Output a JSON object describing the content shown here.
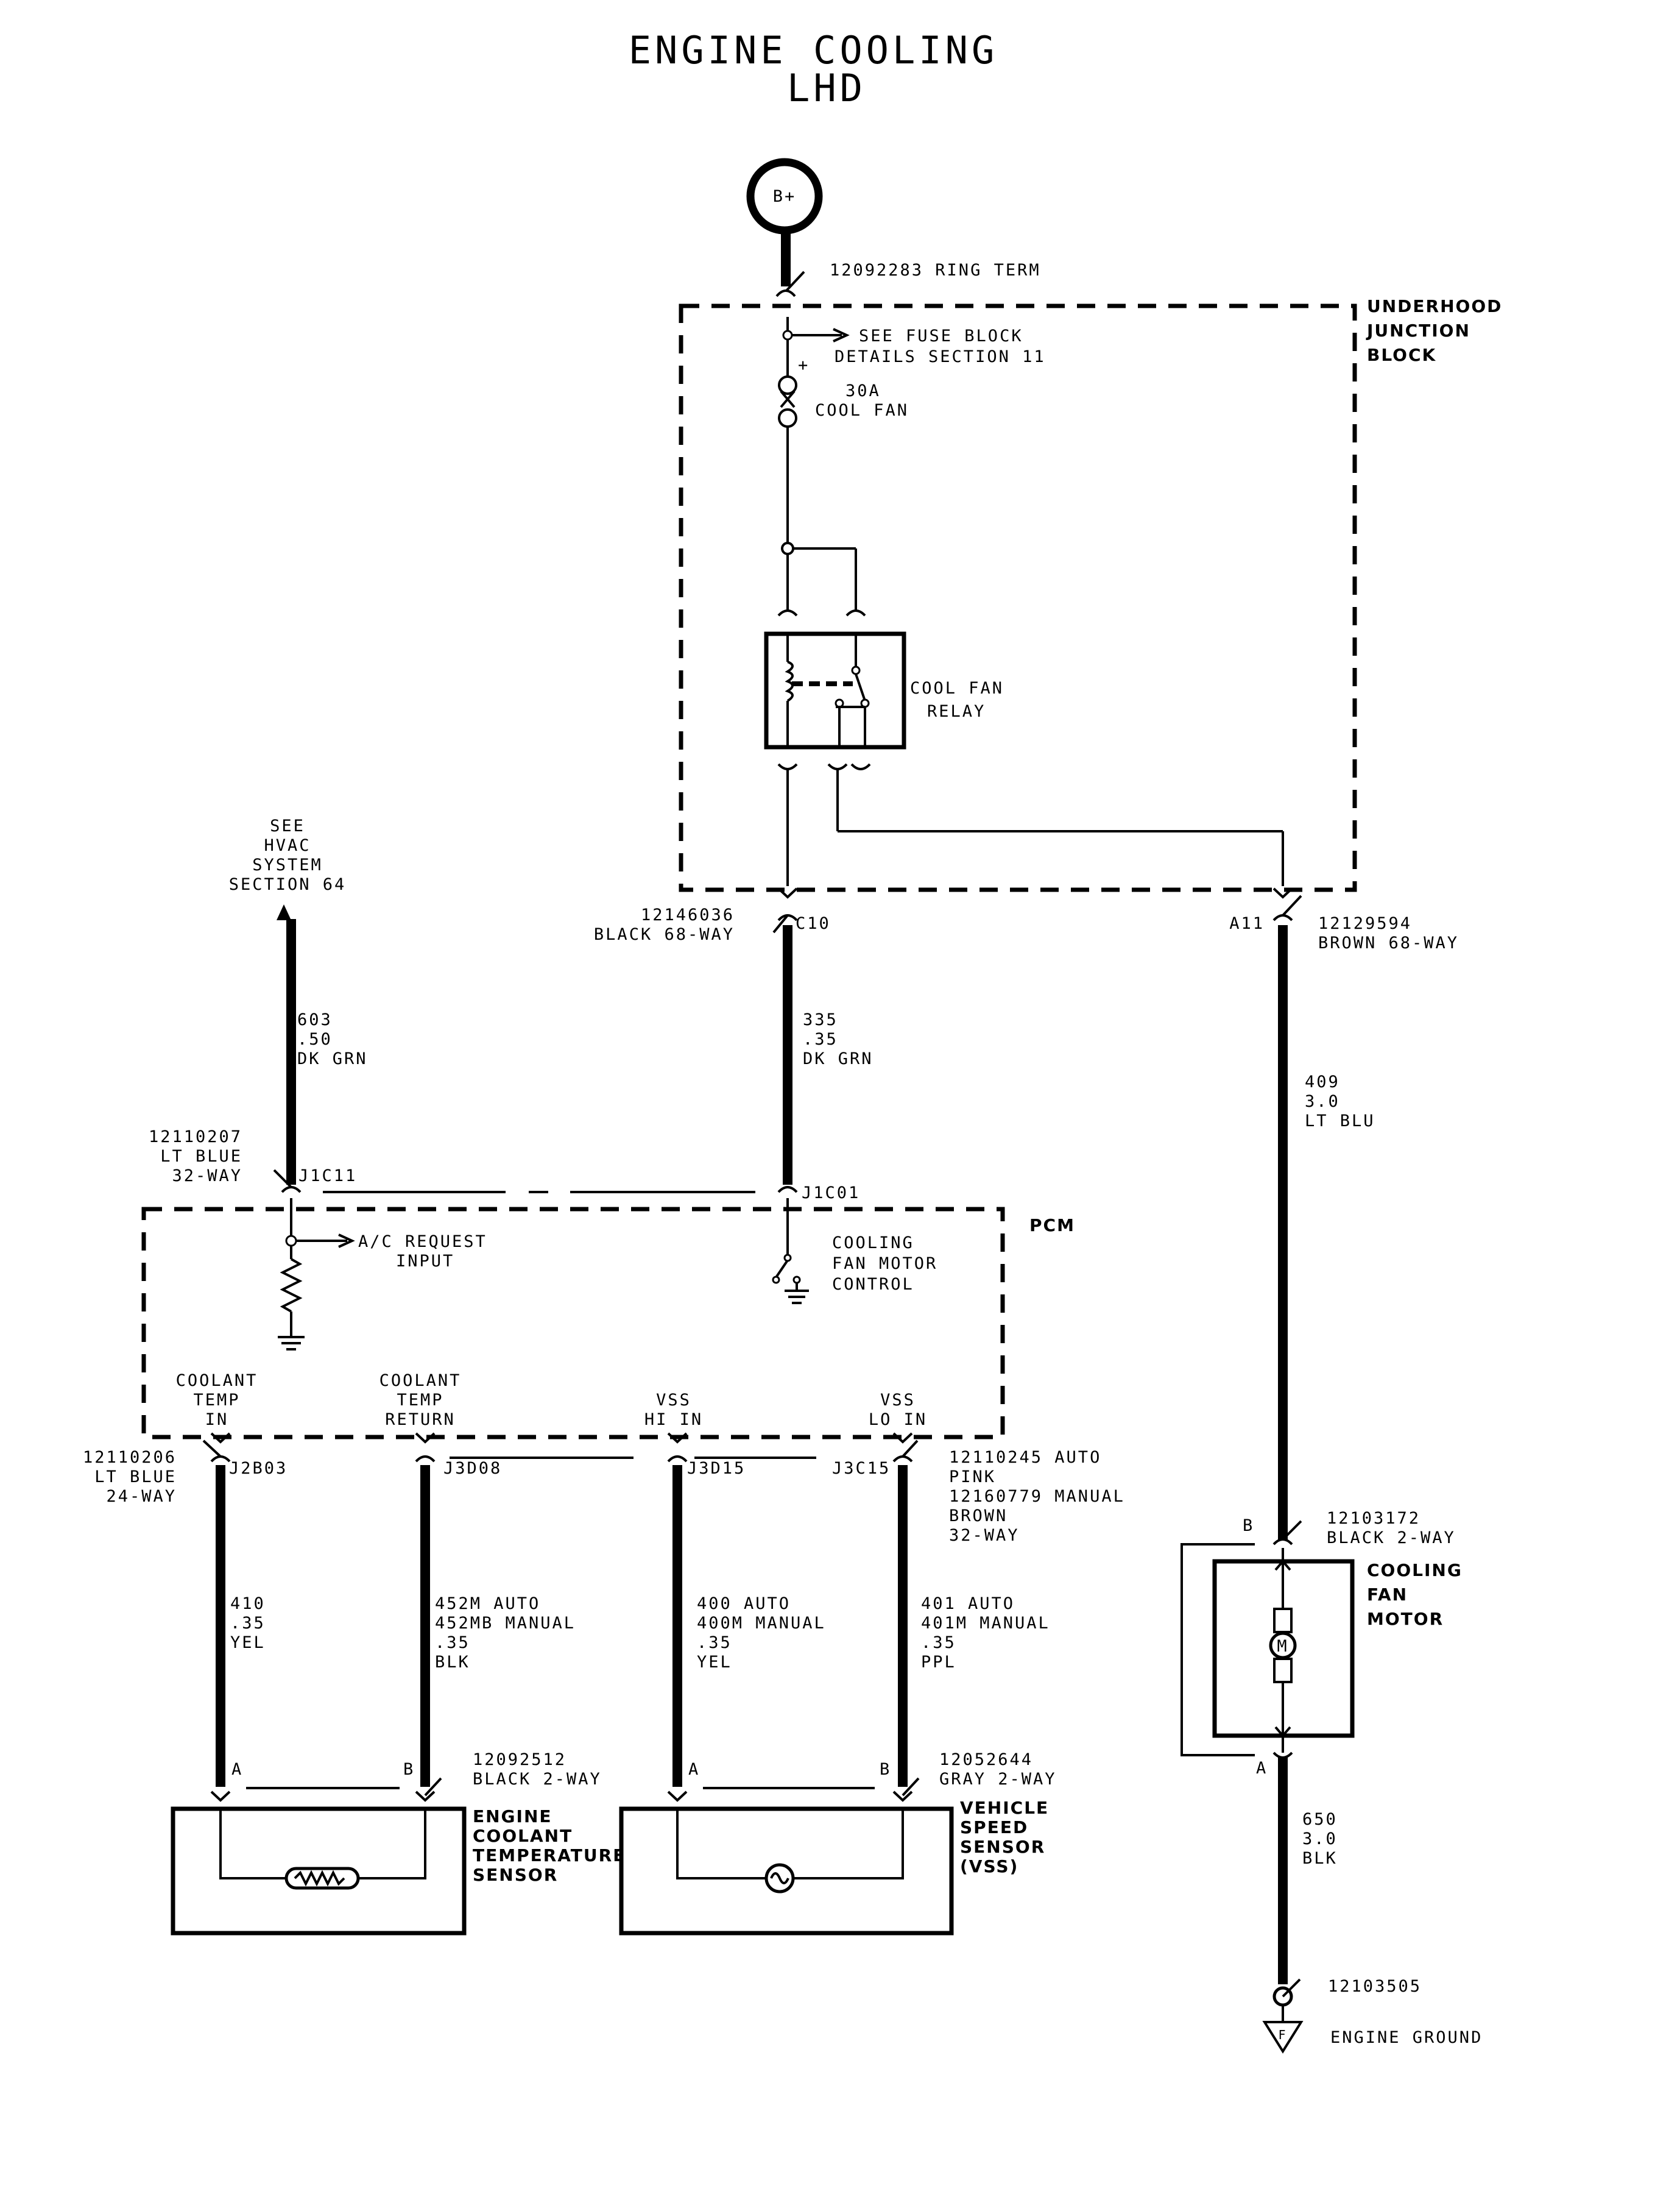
{
  "title": {
    "line1": "ENGINE COOLING",
    "line2": "LHD"
  },
  "battery": {
    "label": "B+",
    "terminal": "12092283  RING TERM"
  },
  "underhood": {
    "name": [
      "UNDERHOOD",
      "JUNCTION",
      "BLOCK"
    ],
    "fuse_ref": [
      "SEE FUSE BLOCK",
      "DETAILS SECTION 11"
    ],
    "fuse_plus": "+",
    "fuse": [
      "30A",
      "COOL FAN"
    ],
    "relay": [
      "COOL FAN",
      "RELAY"
    ]
  },
  "connectors": {
    "c10": [
      "12146036",
      "BLACK 68-WAY"
    ],
    "c10_pin": "C10",
    "a11_pin": "A11",
    "a11": [
      "12129594",
      "BROWN 68-WAY"
    ],
    "j1": [
      "12110207",
      "LT BLUE",
      "32-WAY"
    ],
    "j1c11": "J1C11",
    "j1c01": "J1C01",
    "j2": [
      "12110206",
      "LT BLUE",
      "24-WAY"
    ],
    "j2b03": "J2B03",
    "j3d08": "J3D08",
    "j3d15": "J3D15",
    "j3c15": "J3C15",
    "j3": [
      "12110245 AUTO",
      "PINK",
      "12160779 MANUAL",
      "BROWN",
      "32-WAY"
    ],
    "fan_motor": [
      "12103172",
      "BLACK 2-WAY"
    ],
    "ect": [
      "12092512",
      "BLACK 2-WAY"
    ],
    "vss": [
      "12052644",
      "GRAY 2-WAY"
    ],
    "ground": "12103505"
  },
  "hvac_ref": [
    "SEE",
    "HVAC",
    "SYSTEM",
    "SECTION 64"
  ],
  "wires": {
    "w603": [
      "603",
      ".50",
      "DK GRN"
    ],
    "w335": [
      "335",
      ".35",
      "DK GRN"
    ],
    "w409": [
      "409",
      "3.0",
      "LT BLU"
    ],
    "w410": [
      "410",
      ".35",
      "YEL"
    ],
    "w452": [
      "452M AUTO",
      "452MB MANUAL",
      ".35",
      "BLK"
    ],
    "w400": [
      "400 AUTO",
      "400M MANUAL",
      ".35",
      "YEL"
    ],
    "w401": [
      "401 AUTO",
      "401M MANUAL",
      ".35",
      "PPL"
    ],
    "w650": [
      "650",
      "3.0",
      "BLK"
    ]
  },
  "pcm": {
    "name": "PCM",
    "ac_request": [
      "A/C REQUEST",
      "INPUT"
    ],
    "fan_control": [
      "COOLING",
      "FAN MOTOR",
      "CONTROL"
    ],
    "coolant_in": [
      "COOLANT",
      "TEMP",
      "IN"
    ],
    "coolant_return": [
      "COOLANT",
      "TEMP",
      "RETURN"
    ],
    "vss_hi": [
      "VSS",
      "HI IN"
    ],
    "vss_lo": [
      "VSS",
      "LO IN"
    ]
  },
  "fan_motor": {
    "name": [
      "COOLING",
      "FAN",
      "MOTOR"
    ],
    "motor_symbol": "M",
    "pin_b": "B",
    "pin_a": "A"
  },
  "sensors": {
    "ect_name": [
      "ENGINE",
      "COOLANT",
      "TEMPERATURE",
      "SENSOR"
    ],
    "vss_name": [
      "VEHICLE",
      "SPEED",
      "SENSOR",
      "(VSS)"
    ],
    "pin_a": "A",
    "pin_b": "B"
  },
  "ground": {
    "symbol": "F",
    "label": "ENGINE GROUND"
  }
}
